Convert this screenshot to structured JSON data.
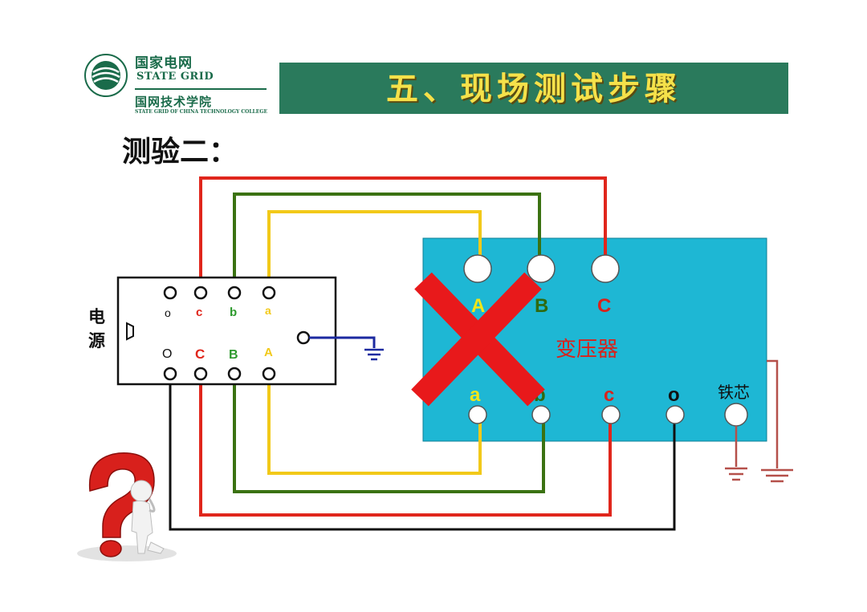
{
  "header": {
    "logo_cn_top": "国家电网",
    "logo_en_top": "STATE GRID",
    "logo_cn_bottom": "国网技术学院",
    "logo_en_bottom": "STATE GRID OF CHINA TECHNOLOGY COLLEGE",
    "title": "五、现场测试步骤"
  },
  "subtitle": "测验二：",
  "source": {
    "label_line1": "电",
    "label_line2": "源",
    "top_terminals": [
      "o",
      "c",
      "b",
      "a"
    ],
    "bottom_terminals": [
      "O",
      "C",
      "B",
      "A"
    ]
  },
  "transformer": {
    "label": "变压器",
    "hv_terminals": [
      "A",
      "B",
      "C"
    ],
    "lv_terminals": [
      "a",
      "b",
      "c",
      "o"
    ],
    "core_label": "铁芯"
  },
  "colors": {
    "red": "#e0261c",
    "green": "#3b7212",
    "yellow": "#f2c919",
    "black": "#111111",
    "ground_blue": "#1c2aa0",
    "ground_brown": "#b5504a",
    "transformer_fill": "#1eb7d4",
    "cross": "#e8191b",
    "title_bar": "#2a7a5c",
    "title_text": "#f5e14a"
  }
}
